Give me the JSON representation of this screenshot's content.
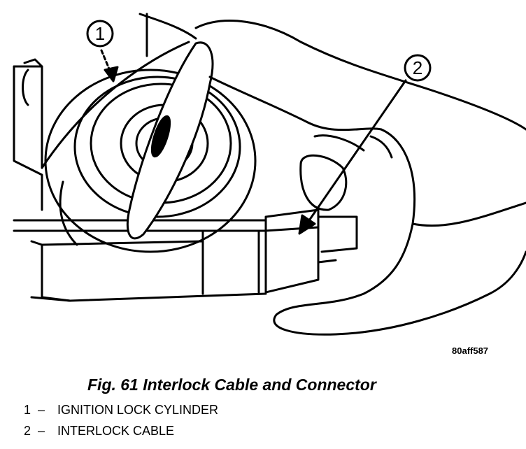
{
  "figure": {
    "code": "80aff587",
    "caption": "Fig. 61 Interlock Cable and Connector"
  },
  "callouts": [
    {
      "number": "1"
    },
    {
      "number": "2"
    }
  ],
  "legend": [
    {
      "number": "1",
      "separator": "–",
      "label": "IGNITION LOCK CYLINDER"
    },
    {
      "number": "2",
      "separator": "–",
      "label": "INTERLOCK CABLE"
    }
  ],
  "colors": {
    "ink": "#000000",
    "paper": "#ffffff"
  }
}
